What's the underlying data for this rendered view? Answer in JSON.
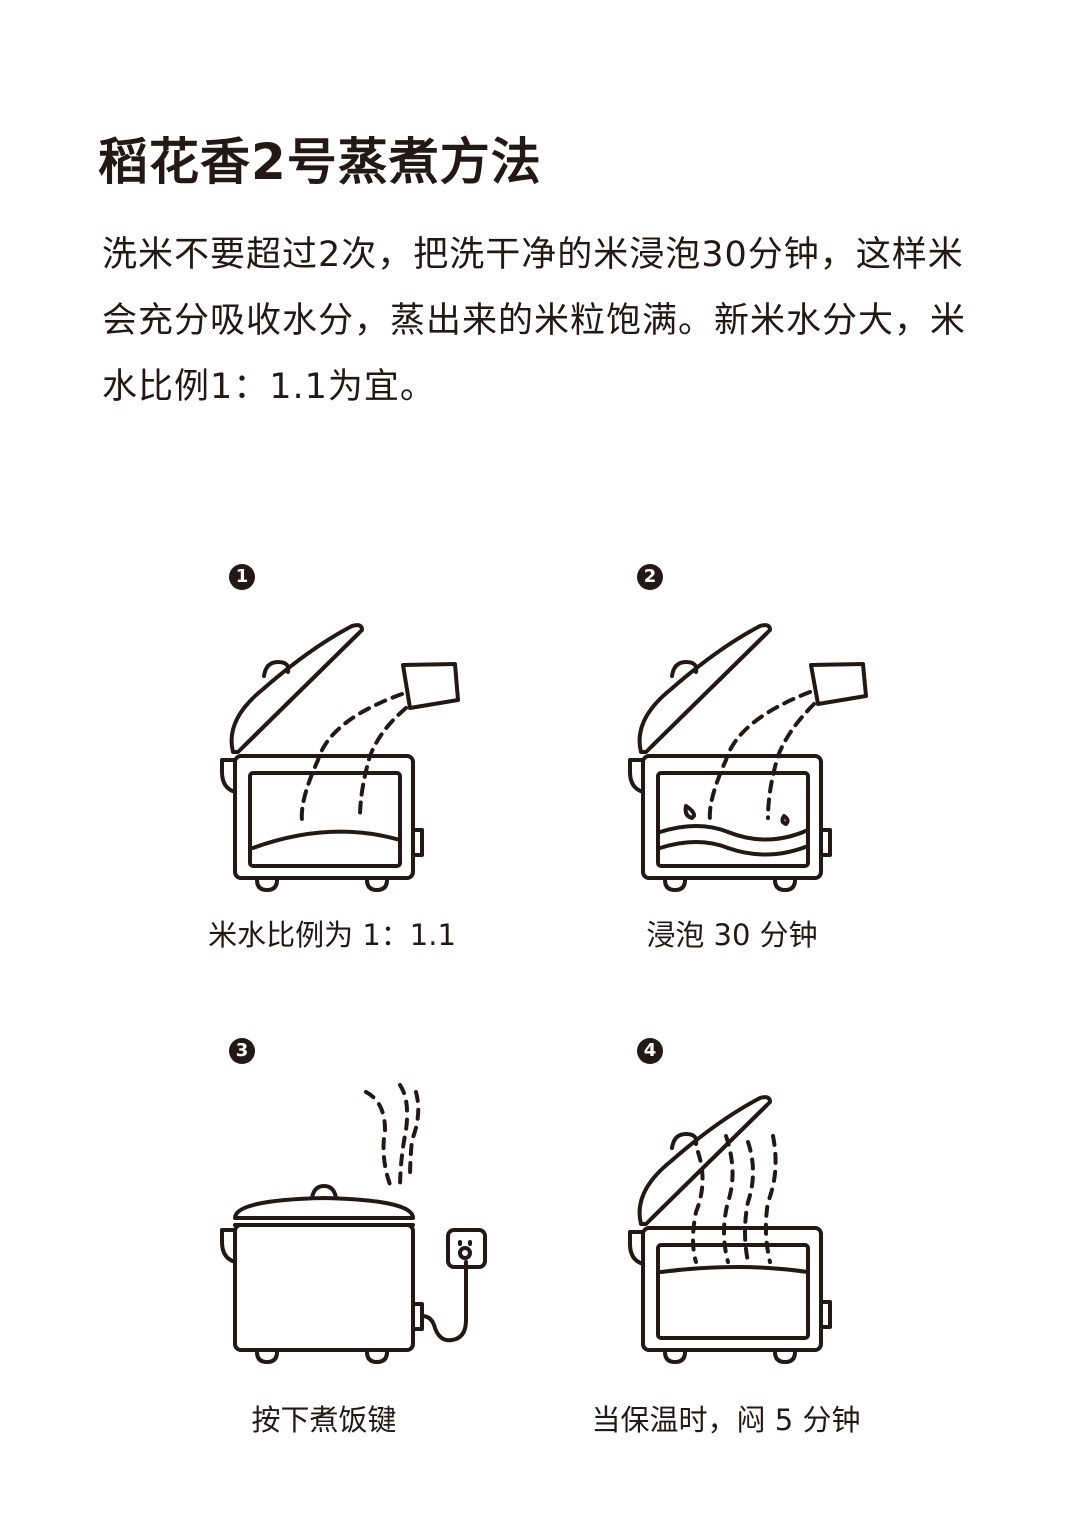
{
  "title": "稻花香2号蒸煮方法",
  "intro": "洗米不要超过2次，把洗干净的米浸泡30分钟，这样米会充分吸收水分，蒸出来的米粒饱满。新米水分大，米水比例1：1.1为宜。",
  "steps": [
    {
      "number": "1",
      "label": "米水比例为 1：1.1"
    },
    {
      "number": "2",
      "label": "浸泡 30 分钟"
    },
    {
      "number": "3",
      "label": "按下煮饭键"
    },
    {
      "number": "4",
      "label": "当保温时，闷 5 分钟"
    }
  ],
  "colors": {
    "ink": "#231815",
    "background": "#ffffff"
  }
}
